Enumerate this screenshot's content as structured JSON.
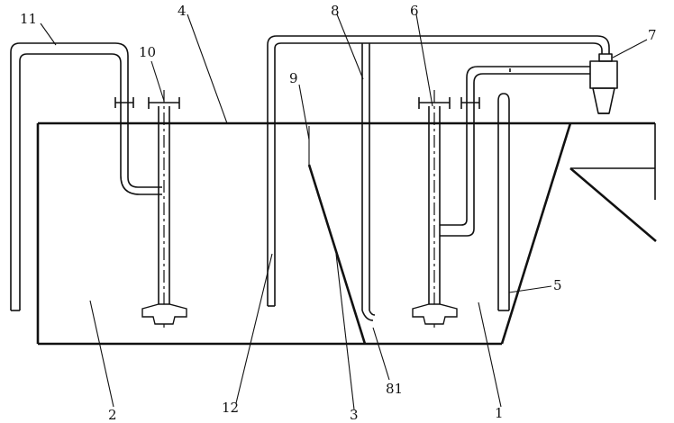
{
  "labels": {
    "l1": "1",
    "l2": "2",
    "l3": "3",
    "l4": "4",
    "l5": "5",
    "l6": "6",
    "l7": "7",
    "l8": "8",
    "l9": "9",
    "l10": "10",
    "l11": "11",
    "l12": "12",
    "l81": "81"
  }
}
